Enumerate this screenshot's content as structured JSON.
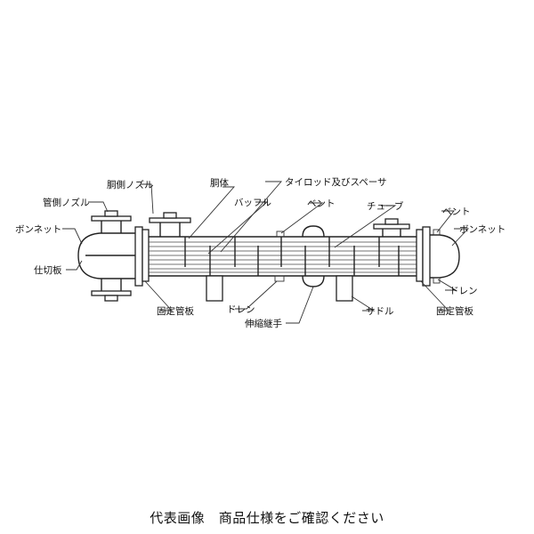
{
  "diagram": {
    "labels": {
      "shell_nozzle": "胴側ノズル",
      "tube_nozzle": "管側ノズル",
      "bonnet_left": "ボンネット",
      "partition_plate": "仕切板",
      "shell": "胴体",
      "tie_rod_spacer": "タイロッド及びスペーサ",
      "baffle": "バッフル",
      "vent_center": "ベント",
      "tube": "チューブ",
      "vent_right": "ベント",
      "bonnet_right": "ボンネット",
      "drain_right": "ドレン",
      "fixed_tubesheet_right": "固定管板",
      "saddle": "サドル",
      "expansion_joint": "伸縮継手",
      "drain_center": "ドレン",
      "fixed_tubesheet_left": "固定管板"
    }
  },
  "caption": "代表画像　商品仕様をご確認ください"
}
